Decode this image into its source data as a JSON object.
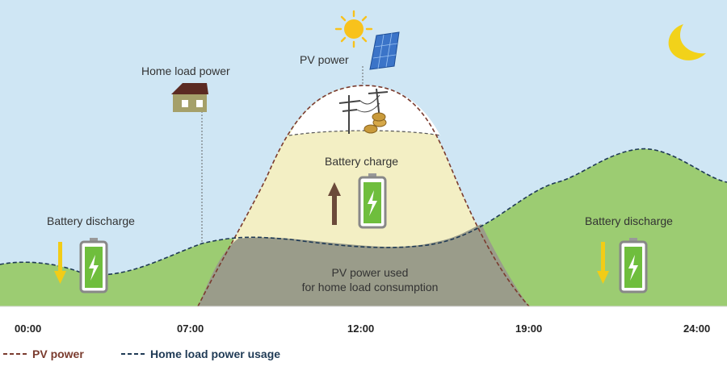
{
  "labels": {
    "home_load_power": "Home load power",
    "pv_power": "PV power",
    "battery_charge": "Battery charge",
    "battery_discharge_left": "Battery discharge",
    "battery_discharge_right": "Battery discharge",
    "pv_used_line1": "PV power used",
    "pv_used_line2": "for home load consumption"
  },
  "time_axis": [
    "00:00",
    "07:00",
    "12:00",
    "19:00",
    "24:00"
  ],
  "legend": [
    {
      "label": "PV  power",
      "color": "#7a3b2e"
    },
    {
      "label": "Home load power usage",
      "color": "#1f3a55"
    }
  ],
  "colors": {
    "sky": "#cfe6f4",
    "hill_green": "#9ccc72",
    "pv_surplus": "#f3efc4",
    "pv_used": "#9a9c8a",
    "sun": "#f8c21c",
    "moon": "#f2d21a",
    "battery_charge_arrow": "#6b4a3a",
    "battery_discharge_arrow": "#f2cc17"
  },
  "icons": [
    "sun-icon",
    "solar-panel-icon",
    "moon-icon",
    "house-icon",
    "power-pole-icon",
    "coins-icon",
    "battery-icon",
    "arrow-up-icon",
    "arrow-down-icon"
  ]
}
